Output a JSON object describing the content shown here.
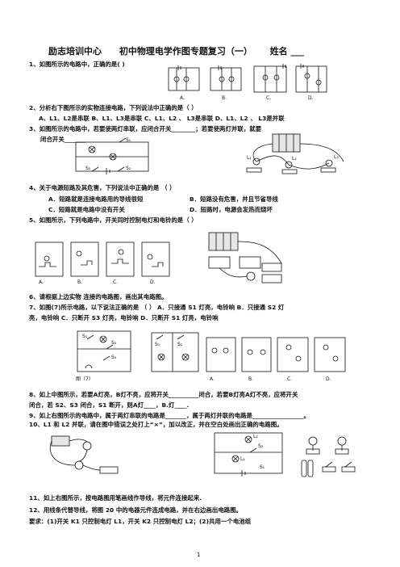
{
  "header": {
    "org": "励志培训中心",
    "subject": "初中物理电学作图专题复习（一）",
    "name_label": "姓名 ___"
  },
  "questions": {
    "q1": "1、如图所示的电路中，正确的是(    )",
    "q2": "2、分析右下图所示的实物连接电路，下列说法中正确的是（        ）",
    "q2_opts": "A、L1、L2是串联   B、L1、L3是串联   C、L1、L2 、 L3是串联   D、L1、L2 、 L3是并联",
    "q3a": "3、如图所示的电路中，若要使两灯串联，应闭合开关________；若要使两灯并联，就要",
    "q3b": "闭合开关_______",
    "q4": "4、关于电源短路及其危害，下列说法中正确的是  （     ）",
    "q4_a": "A．短路就是连接电路用的导线很短",
    "q4_b": "B．短路没有危害，并且节省导线",
    "q4_c": "C．短路就是电路中没有开关",
    "q4_d": "D．短路时，电源会发热而烧坏",
    "q5": "5、如图所示，下列电路中，开关同时控制电灯和电铃的是（   ）",
    "q6": "6、请根据上边实物  连接的电路图，画出其电路图。",
    "q7a": "7、如图(7)所示电路，以下说法正确的是    （            ）  A．只接通 S1 灯亮，电铃响   B．只接通 S2 灯",
    "q7b": "亮，电铃响 C．只断开 S3 灯亮，电铃响   D．只断开 S1 灯亮，电铃响",
    "q8a": "8、如上中图所示，若要A灯亮，B灯不亮，应将开关__________闭合，若要B灯亮A灯不亮，应将开关",
    "q8b": "闭合，若 S2、S3 闭合，S1 断开，则A灯____，B.灯____.",
    "q9": "9、如上右图所示的电路中，属于两灯串联的电路是_______，属于两灯并联的电路是_________________。",
    "q10": "10、L1 和 L2 并联，请在图中错误之处打上“×”，加以改正，并在空白处画出正确的电路图。",
    "q11": "11、如上右图所示，按电路图用笔画线作导线，将元件连接起来.",
    "q12": "12、用线条代替导线，将图 20 中的电器元件连成电路，并在右边画出电路图。",
    "q12_req": "要求：(1)开关 K1 只控制电灯 L1，开关 K2 只控制电灯 L2；(2)共用一个电池组"
  },
  "figure_labels": {
    "abcd": [
      "A.",
      "B.",
      "C.",
      "D."
    ],
    "s1": "S₁",
    "s2": "S₂",
    "s3": "S₃",
    "l1": "L₁",
    "l2": "L₂",
    "l3": "L₃",
    "fig7": "图（7）",
    "s": "S",
    "lamp_a": "A",
    "lamp_b": "B"
  },
  "page_number": "1"
}
